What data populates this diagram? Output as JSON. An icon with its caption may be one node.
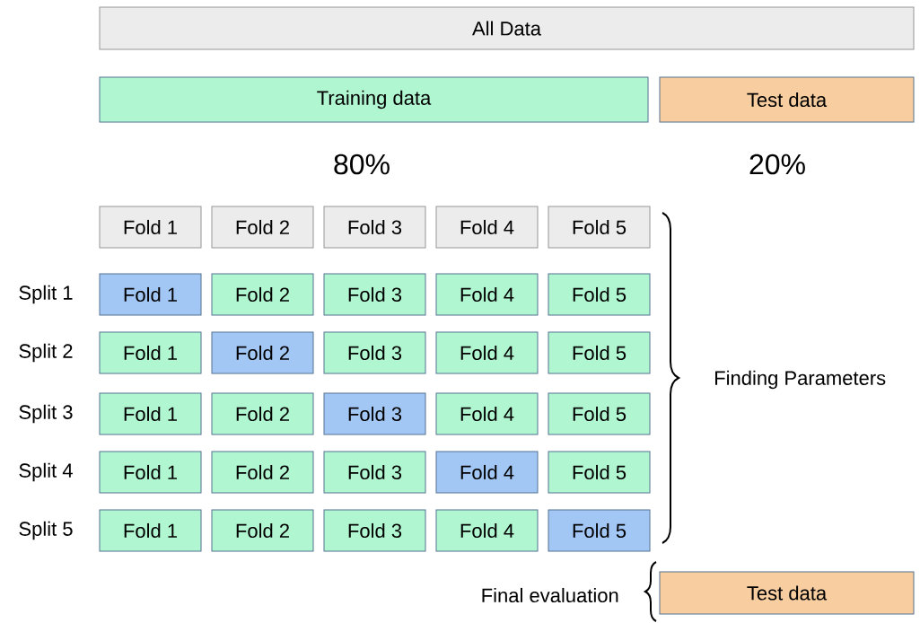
{
  "diagram": {
    "nodes": [
      {
        "text": [
          "All Data"
        ]
      },
      {
        "text": [
          "Training data"
        ]
      },
      {
        "text": [
          "Test data"
        ]
      },
      {
        "text": [
          "Fold 1"
        ]
      },
      {
        "text": [
          "Fold 2"
        ]
      },
      {
        "text": [
          "Fold 3"
        ]
      },
      {
        "text": [
          "Fold 4"
        ]
      },
      {
        "text": [
          "Fold 5"
        ]
      },
      {
        "text": [
          "Fold 1"
        ]
      },
      {
        "text": [
          "Fold 2"
        ]
      },
      {
        "text": [
          "Fold 3"
        ]
      },
      {
        "text": [
          "Fold 4"
        ]
      },
      {
        "text": [
          "Fold 5"
        ]
      },
      {
        "text": [
          "Fold 1"
        ]
      },
      {
        "text": [
          "Fold 2"
        ]
      },
      {
        "text": [
          "Fold 3"
        ]
      },
      {
        "text": [
          "Fold 4"
        ]
      },
      {
        "text": [
          "Fold 5"
        ]
      },
      {
        "text": [
          "Fold 1"
        ]
      },
      {
        "text": [
          "Fold 2"
        ]
      },
      {
        "text": [
          "Fold 3"
        ]
      },
      {
        "text": [
          "Fold 4"
        ]
      },
      {
        "text": [
          "Fold 5"
        ]
      },
      {
        "text": [
          "Fold 1"
        ]
      },
      {
        "text": [
          "Fold 2"
        ]
      },
      {
        "text": [
          "Fold 3"
        ]
      },
      {
        "text": [
          "Fold 4"
        ]
      },
      {
        "text": [
          "Fold 5"
        ]
      },
      {
        "text": [
          "Fold 1"
        ]
      },
      {
        "text": [
          "Fold 2"
        ]
      },
      {
        "text": [
          "Fold 3"
        ]
      },
      {
        "text": [
          "Fold 4"
        ]
      },
      {
        "text": [
          "Fold 5"
        ]
      },
      {
        "text": [
          "Test data"
        ]
      }
    ],
    "labels": [
      "80%",
      "20%",
      "Split 1",
      "Split 2",
      "Split 3",
      "Split 4",
      "Split 5",
      "Finding Parameters",
      "Final evaluation"
    ]
  }
}
